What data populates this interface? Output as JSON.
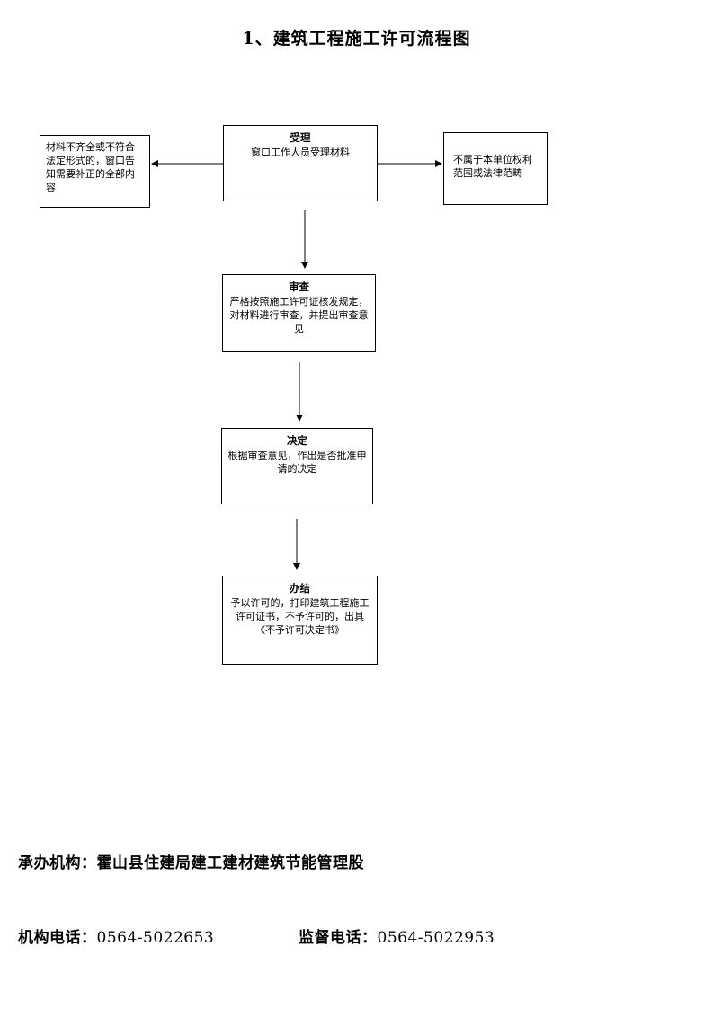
{
  "title": "1、建筑工程施工许可流程图",
  "steps": {
    "accept": {
      "heading": "受理",
      "text": "窗口工作人员受理材料"
    },
    "review": {
      "heading": "审查",
      "text": "严格按照施工许可证核发规定，对材料进行审查，并提出审查意见"
    },
    "decide": {
      "heading": "决定",
      "text": "根据审查意见，作出是否批准申请的决定"
    },
    "close": {
      "heading": "办结",
      "text": "予以许可的，打印建筑工程施工许可证书，不予许可的，出具《不予许可决定书》"
    }
  },
  "branches": {
    "left": "材料不齐全或不符合法定形式的，窗口告知需要补正的全部内容",
    "right": "不属于本单位权利范围或法律范畴"
  },
  "footer": {
    "org_label": "承办机构：",
    "org_value": "霍山县住建局建工建材建筑节能管理股",
    "phone_label": "机构电话：",
    "phone_value": "0564-5022653",
    "supervision_label": "监督电话：",
    "supervision_value": "0564-5022953"
  }
}
